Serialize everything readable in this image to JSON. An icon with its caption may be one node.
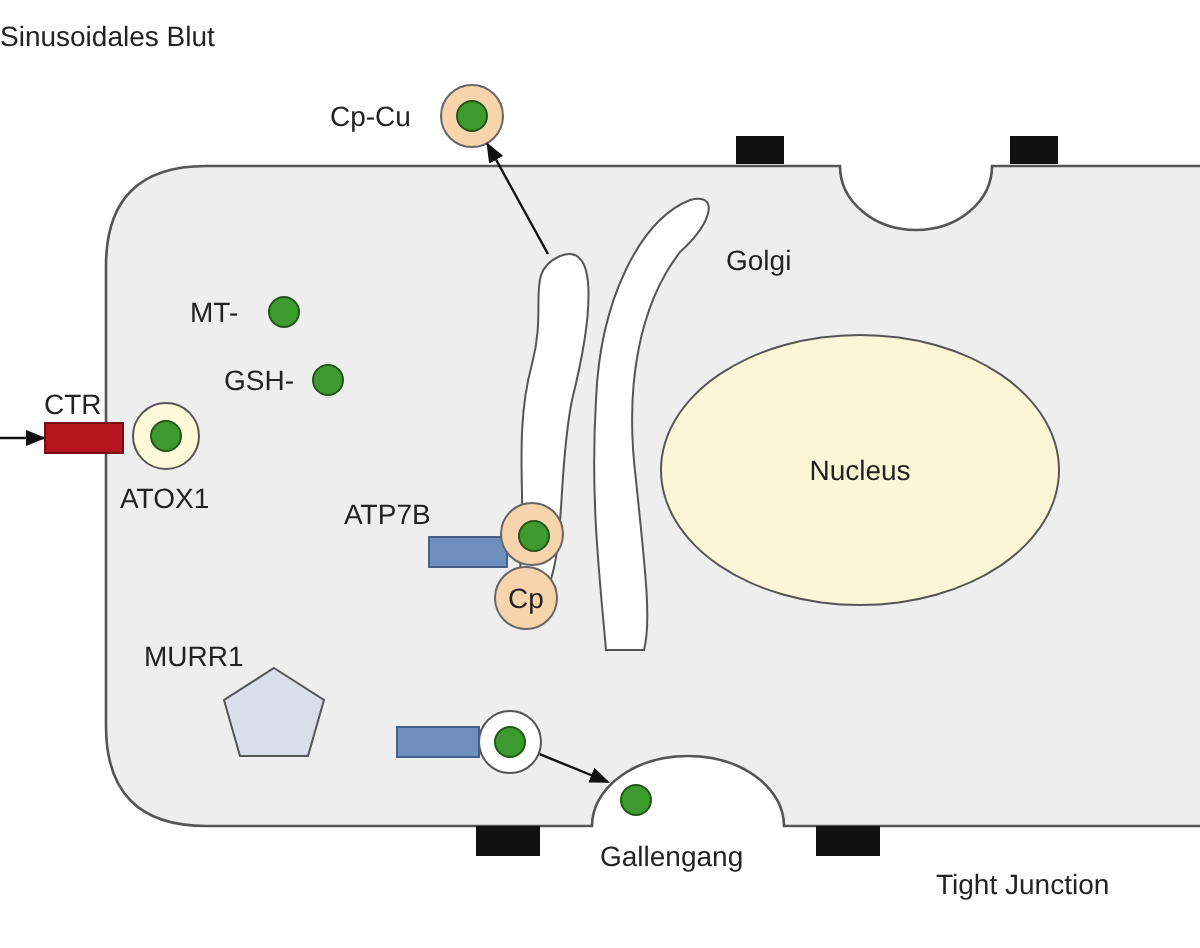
{
  "diagram": {
    "nodes": [
      {
        "text": [
          "Nucleus"
        ]
      },
      {
        "text": [
          "CTR"
        ]
      },
      {
        "text": [
          "Cp-Cu"
        ]
      },
      {
        "text": [
          "Cp"
        ]
      },
      {
        "text": [
          "Golgi"
        ]
      },
      {
        "text": [
          "ATP7B"
        ]
      },
      {
        "text": [],
        "shape": "circle"
      },
      {
        "text": [
          "Gallengang"
        ]
      },
      {
        "text": [
          "MURR1"
        ]
      },
      {
        "text": [
          "ATOX1"
        ]
      },
      {
        "text": [],
        "shape": "circle",
        "beside": [
          "MT-"
        ]
      },
      {
        "text": [],
        "shape": "circle",
        "beside": [
          "GSH-"
        ]
      },
      {
        "text": [],
        "shape": "circle"
      },
      {
        "text": [],
        "shape": "circle",
        "in": 12
      },
      {
        "text": [],
        "shape": "bar"
      }
    ],
    "edges": [
      {
        "from": null,
        "to": 1,
        "arrow": "to"
      },
      {
        "from": 4,
        "to": 2,
        "arrow": "to"
      },
      {
        "from": 6,
        "to": 7,
        "arrow": "to"
      }
    ],
    "labels": [
      "Sinusoidales Blut",
      "Tight Junction"
    ]
  }
}
